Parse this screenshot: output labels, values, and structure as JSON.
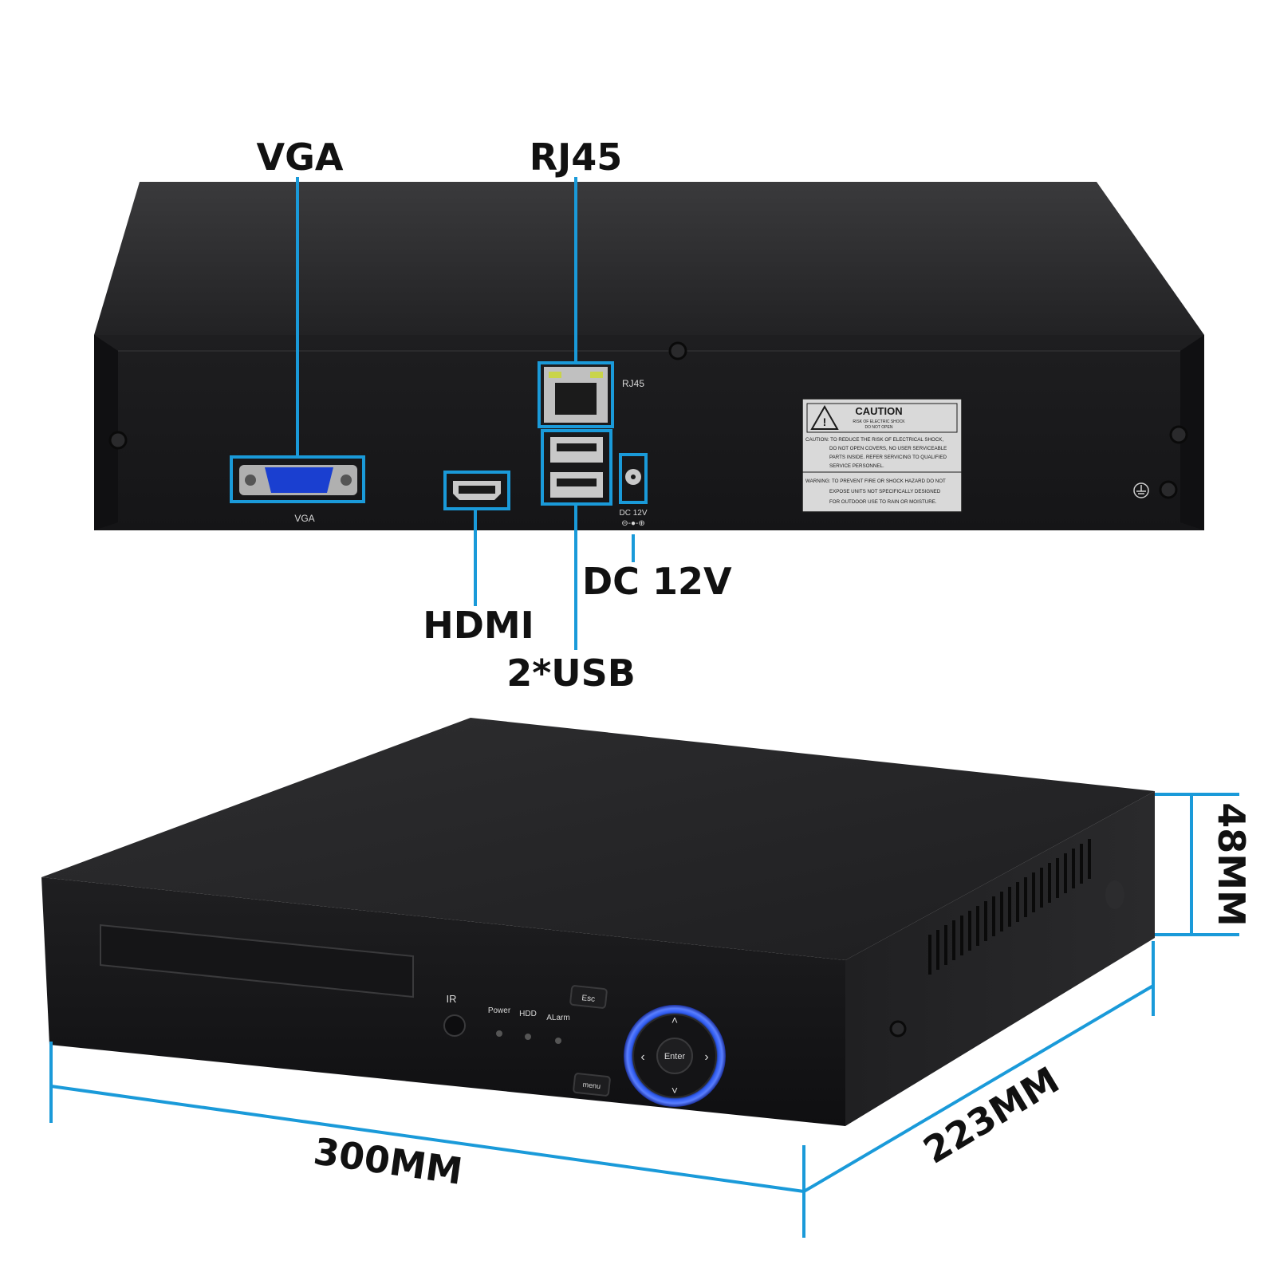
{
  "callouts": {
    "vga": "VGA",
    "rj45": "RJ45",
    "dc": "DC 12V",
    "hdmi": "HDMI",
    "usb": "2*USB"
  },
  "rear_panel": {
    "vga_label": "VGA",
    "rj45_label": "RJ45",
    "dc_label": "DC 12V",
    "dc_polarity": "⊖-●-⊕",
    "caution_title": "CAUTION",
    "caution_sub_1": "RISK OF ELECTRIC SHOCK",
    "caution_sub_2": "DO NOT OPEN",
    "caution_text": [
      "CAUTION: TO REDUCE THE RISK OF ELECTRICAL SHOCK,",
      "DO NOT OPEN COVERS, NO USER SERVICEABLE",
      "PARTS INSIDE. REFER SERVICING TO QUALIFIED",
      "SERVICE PERSONNEL.",
      "WARNING: TO PREVENT FIRE OR SHOCK HAZARD DO NOT",
      "EXPOSE UNITS NOT SPECIFICALLY DESIGNED",
      "FOR OUTDOOR USE TO RAIN OR MOISTURE."
    ]
  },
  "front_panel": {
    "ir": "IR",
    "power": "Power",
    "hdd": "HDD",
    "alarm": "ALarm",
    "esc": "Esc",
    "menu": "menu",
    "enter": "Enter"
  },
  "dimensions": {
    "width": "300MM",
    "depth": "223MM",
    "height": "48MM"
  },
  "colors": {
    "accent": "#1a9ad9",
    "body": "#1c1c1e",
    "vga_blue": "#1a3fd0",
    "ring_blue": "#2a55e8"
  }
}
